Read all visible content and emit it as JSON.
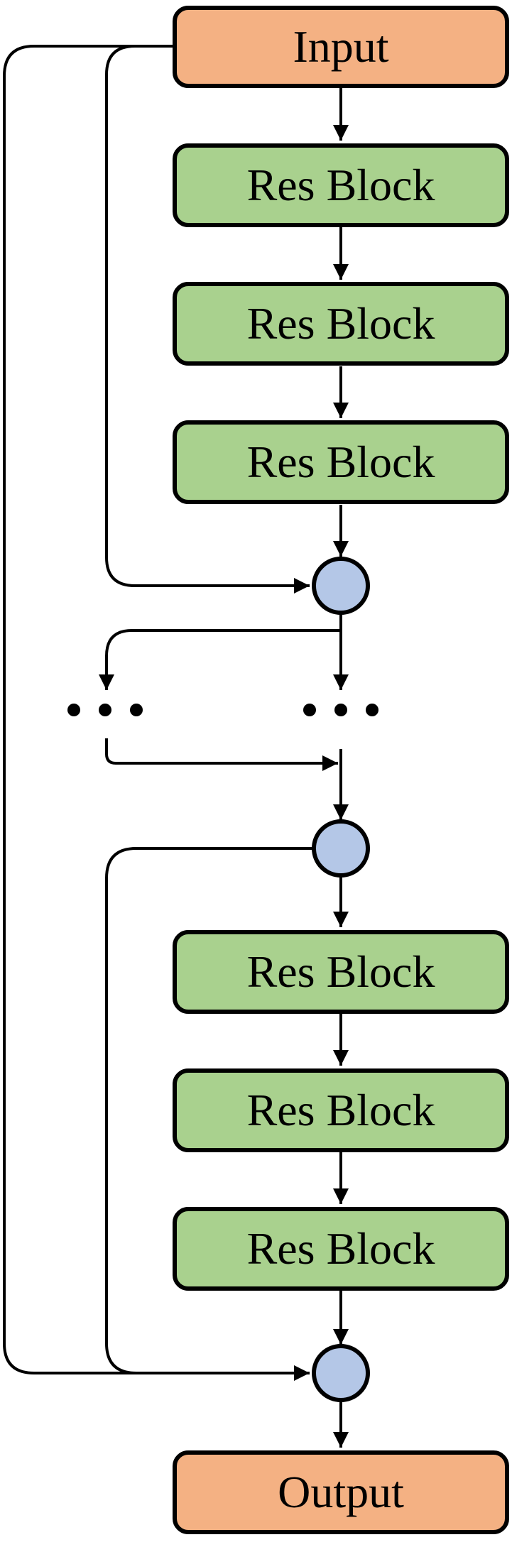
{
  "colors": {
    "io_fill": "#F4B183",
    "res_block_fill": "#A9D18E",
    "add_node_fill": "#B4C7E7",
    "stroke": "#000000"
  },
  "nodes": {
    "input": "Input",
    "output": "Output",
    "res_blocks": [
      "Res Block",
      "Res Block",
      "Res Block",
      "Res Block",
      "Res Block",
      "Res Block"
    ]
  },
  "add_nodes": [
    "sum-node",
    "sum-node",
    "sum-node"
  ],
  "ellipsis": [
    "...",
    "..."
  ]
}
